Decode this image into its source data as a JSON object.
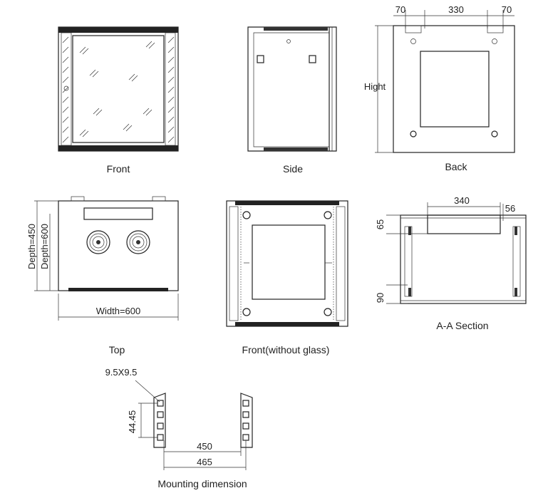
{
  "views": {
    "front": {
      "label": "Front"
    },
    "side": {
      "label": "Side"
    },
    "back": {
      "label": "Back",
      "height_label": "Hight",
      "dim_left": "70",
      "dim_mid": "330",
      "dim_right": "70"
    },
    "top": {
      "label": "Top",
      "depth_450": "Depth=450",
      "depth_600": "Depth=600",
      "width": "Width=600"
    },
    "front_no_glass": {
      "label": "Front(without glass)"
    },
    "aa_section": {
      "label": "A-A Section",
      "dim_340": "340",
      "dim_56": "56",
      "dim_65": "65",
      "dim_90": "90"
    },
    "mounting": {
      "label": "Mounting dimension",
      "hole": "9.5X9.5",
      "pitch": "44.45",
      "inner": "450",
      "outer": "465"
    }
  }
}
